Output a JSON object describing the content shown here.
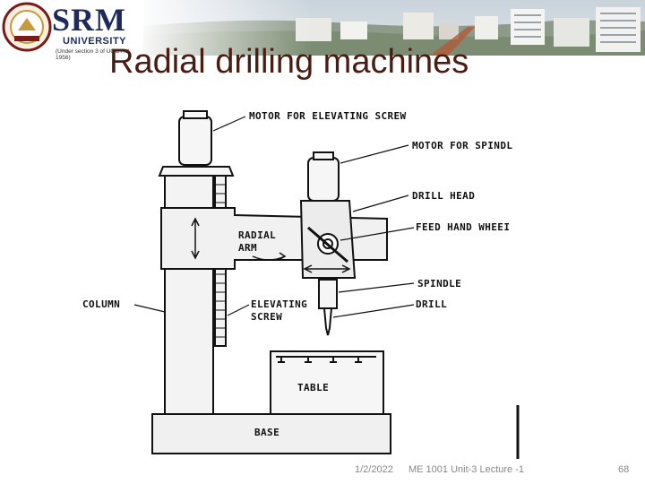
{
  "header": {
    "university_name": "SRM",
    "university_sub": "UNIVERSITY",
    "university_note": "(Under section 3 of UGC Act, 1956)"
  },
  "slide": {
    "title": "Radial drilling machines"
  },
  "diagram": {
    "labels": {
      "motor_elevating_screw": "MOTOR FOR ELEVATING SCREW",
      "motor_spindle": "MOTOR FOR SPINDL",
      "drill_head": "DRILL HEAD",
      "radial_arm_line1": "RADIAL",
      "radial_arm_line2": "ARM",
      "feed_hand_wheel": "FEED HAND WHEEI",
      "spindle": "SPINDLE",
      "column": "COLUMN",
      "elevating_screw_line1": "ELEVATING",
      "elevating_screw_line2": "SCREW",
      "drill": "DRILL",
      "table": "TABLE",
      "base": "BASE"
    }
  },
  "footer": {
    "date": "1/2/2022",
    "course": "ME 1001 Unit-3 Lecture -1",
    "page_number": "68"
  }
}
